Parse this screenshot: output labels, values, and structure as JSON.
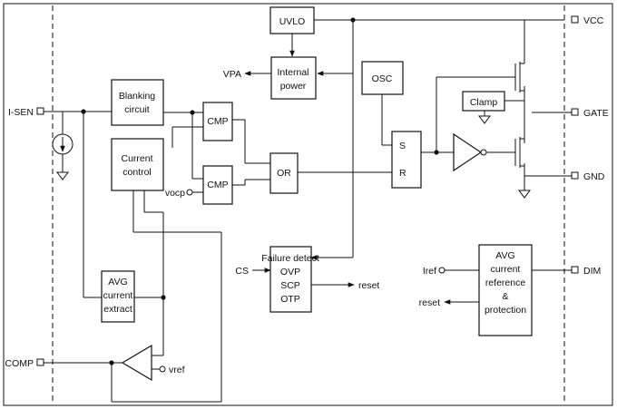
{
  "blocks": {
    "uvlo": "UVLO",
    "internal_power": [
      "Internal",
      "power"
    ],
    "osc": "OSC",
    "clamp": "Clamp",
    "blanking": [
      "Blanking",
      "circuit"
    ],
    "current_control": [
      "Current",
      "control"
    ],
    "cmp_top": "CMP",
    "cmp_bottom": "CMP",
    "or_gate": "OR",
    "sr_s": "S",
    "sr_r": "R",
    "avg_extract": [
      "AVG",
      "current",
      "extract"
    ],
    "failure": [
      "Failure detect",
      "OVP",
      "SCP",
      "OTP"
    ],
    "avg_ref": [
      "AVG",
      "current",
      "reference",
      "&",
      "protection"
    ]
  },
  "pins": {
    "vcc": "VCC",
    "gate": "GATE",
    "gnd": "GND",
    "isen": "I-SEN",
    "comp": "COMP",
    "dim": "DIM"
  },
  "signals": {
    "vpa": "VPA",
    "vocp": "vocp",
    "cs": "CS",
    "reset_failure": "reset",
    "iref": "Iref",
    "reset_avg": "reset",
    "vref": "vref"
  }
}
